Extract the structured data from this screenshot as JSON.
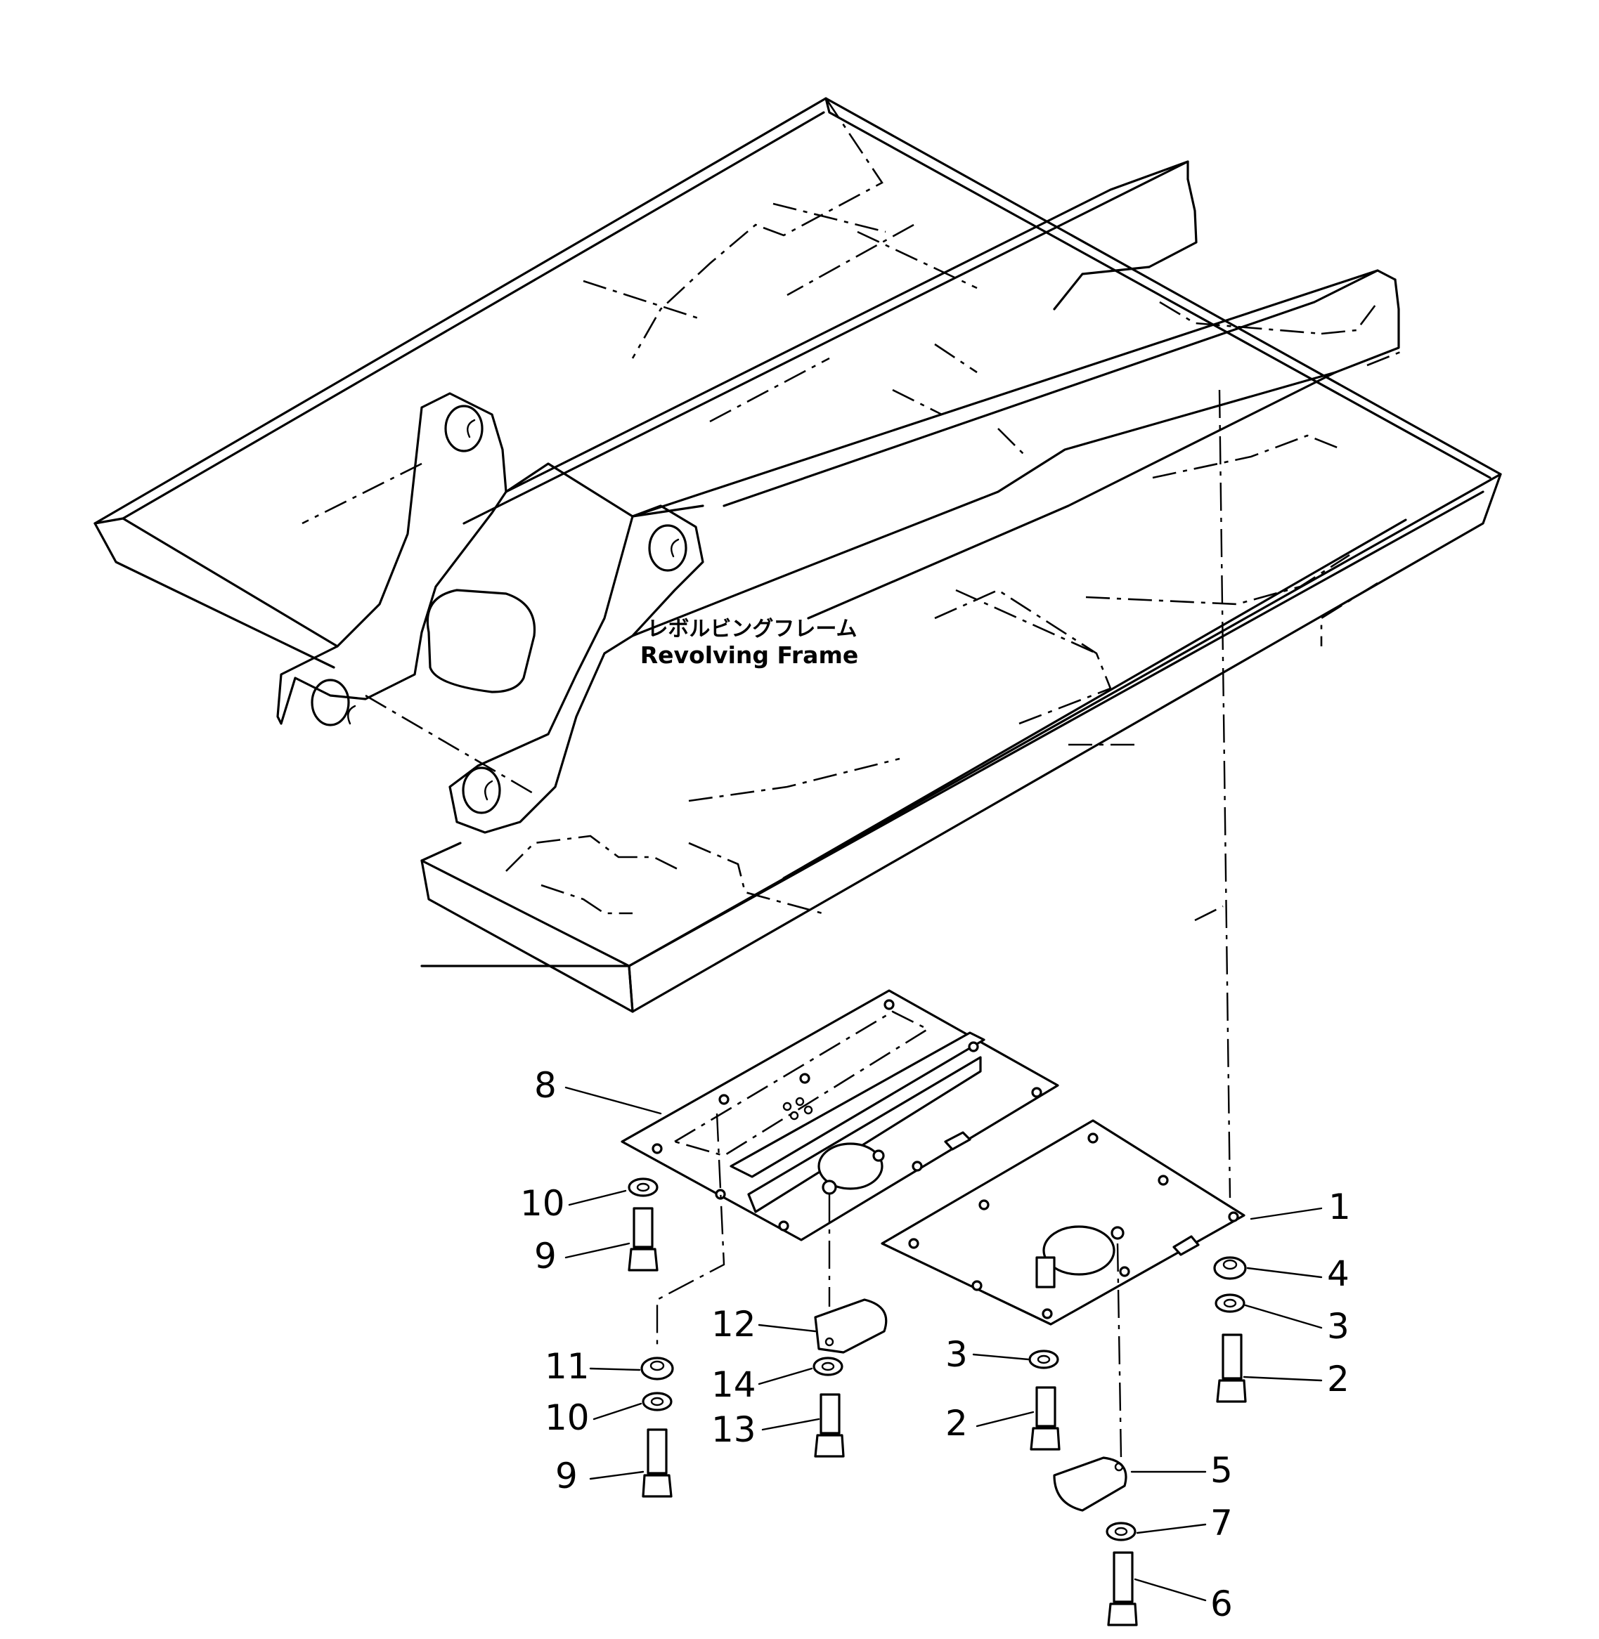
{
  "frame_label": {
    "japanese": "レボルビングフレーム",
    "english": "Revolving Frame"
  },
  "callouts": [
    "1",
    "2",
    "3",
    "4",
    "5",
    "6",
    "7",
    "8",
    "9",
    "10",
    "11",
    "12",
    "13",
    "14"
  ]
}
